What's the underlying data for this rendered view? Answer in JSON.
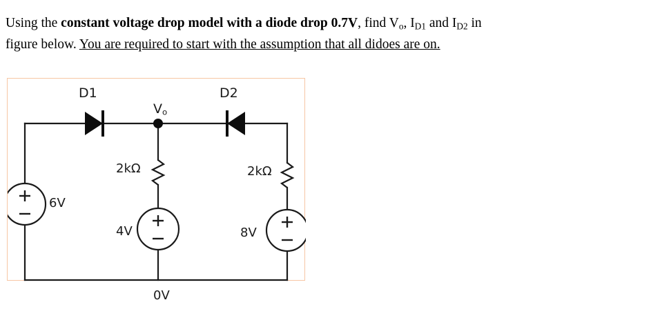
{
  "question": {
    "line1_part1": "Using the ",
    "line1_bold": "constant voltage drop model with a diode drop 0.7V",
    "line1_part2": ", find V",
    "line1_sub_vo": "o",
    "line1_part3": ", I",
    "line1_sub_d1": "D1",
    "line1_part4": " and I",
    "line1_sub_d2": "D2",
    "line1_part5": " in",
    "line2_plain": "figure below. ",
    "line2_underlined": "You are required to start with the assumption that all didoes are on."
  },
  "figure": {
    "border_color": "#f7c6a4",
    "wire_color": "#1a1a1a",
    "labels": {
      "d1": "D1",
      "d2": "D2",
      "vo_main": "V",
      "vo_sub": "o",
      "r_left": "2kΩ",
      "r_right": "2kΩ",
      "source_left": "6V",
      "source_mid": "4V",
      "source_right": "8V",
      "ground": "0V"
    },
    "components": {
      "diode_d1": {
        "name": "diode-d1",
        "orientation": "anode-left-cathode-right"
      },
      "diode_d2": {
        "name": "diode-d2",
        "orientation": "cathode-left-anode-right"
      },
      "resistor_left": {
        "name": "resistor-2k-left",
        "value": "2kΩ"
      },
      "resistor_right": {
        "name": "resistor-2k-right",
        "value": "2kΩ"
      },
      "vsource_left": {
        "name": "voltage-source-6v",
        "value": "6V",
        "plus": "+",
        "minus": "−"
      },
      "vsource_mid": {
        "name": "voltage-source-4v",
        "value": "4V",
        "plus": "+",
        "minus": "−"
      },
      "vsource_right": {
        "name": "voltage-source-8v",
        "value": "8V",
        "plus": "+",
        "minus": "−"
      },
      "node_vo": {
        "name": "node-vo"
      }
    }
  }
}
